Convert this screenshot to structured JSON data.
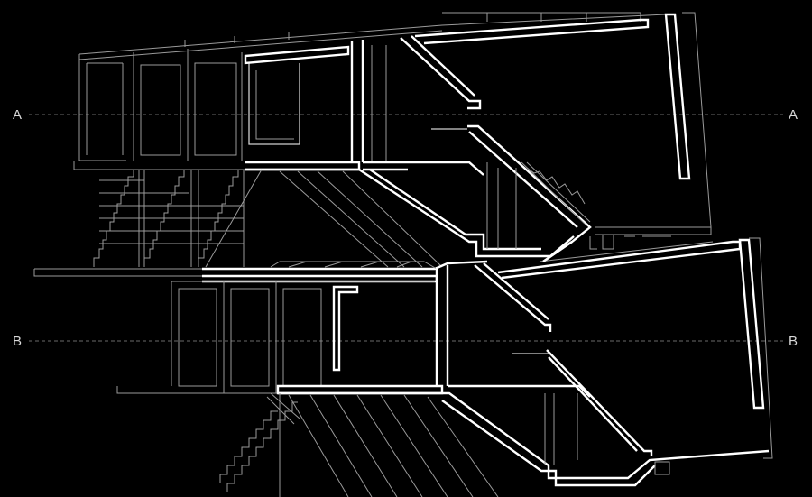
{
  "section_labels": {
    "a_left": "A",
    "a_right": "A",
    "b_left": "B",
    "b_right": "B"
  },
  "colors": {
    "background": "#000000",
    "line_primary": "#ffffff",
    "line_secondary": "#9a9a9a",
    "cut_line": "#6a6a6a"
  }
}
